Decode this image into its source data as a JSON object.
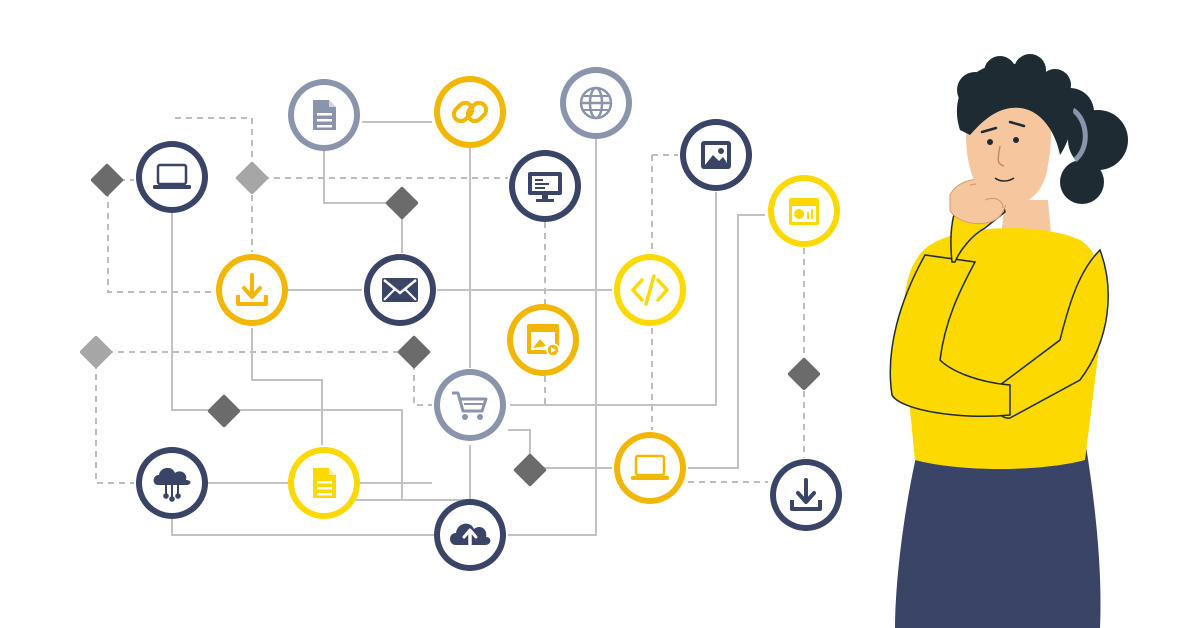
{
  "colors": {
    "navy": "#3a4466",
    "gray_ring": "#8a94ab",
    "gold": "#f2b705",
    "yellow": "#fcd900",
    "line_solid": "#c2c2c2",
    "line_dashed": "#bdbdbd",
    "diamond_dark": "#6b6b6b",
    "diamond_light": "#a6a6a6",
    "skin": "#f6c79f",
    "hair": "#1f2b32",
    "sweater": "#fcd900",
    "skirt": "#3a4466"
  },
  "nodes": [
    {
      "id": "laptop-1",
      "icon": "laptop-icon",
      "ring": "navy"
    },
    {
      "id": "document-1",
      "icon": "document-icon",
      "ring": "gray_ring"
    },
    {
      "id": "link",
      "icon": "link-icon",
      "ring": "gold"
    },
    {
      "id": "globe",
      "icon": "globe-icon",
      "ring": "gray_ring"
    },
    {
      "id": "monitor",
      "icon": "monitor-code-icon",
      "ring": "navy"
    },
    {
      "id": "image",
      "icon": "image-icon",
      "ring": "navy"
    },
    {
      "id": "calendar",
      "icon": "calendar-chart-icon",
      "ring": "yellow"
    },
    {
      "id": "download-1",
      "icon": "download-icon",
      "ring": "gold"
    },
    {
      "id": "mail",
      "icon": "envelope-icon",
      "ring": "navy"
    },
    {
      "id": "code",
      "icon": "code-icon",
      "ring": "yellow"
    },
    {
      "id": "video-page",
      "icon": "video-page-icon",
      "ring": "gold"
    },
    {
      "id": "cart",
      "icon": "shopping-cart-icon",
      "ring": "gray_ring"
    },
    {
      "id": "cloud-network",
      "icon": "cloud-network-icon",
      "ring": "navy"
    },
    {
      "id": "document-2",
      "icon": "document-icon",
      "ring": "yellow"
    },
    {
      "id": "cloud-upload",
      "icon": "cloud-upload-icon",
      "ring": "navy"
    },
    {
      "id": "laptop-2",
      "icon": "laptop-icon",
      "ring": "gold"
    },
    {
      "id": "download-2",
      "icon": "download-icon",
      "ring": "navy"
    }
  ],
  "diamonds": [
    {
      "id": "d1",
      "shade": "diamond_dark"
    },
    {
      "id": "d2",
      "shade": "diamond_light"
    },
    {
      "id": "d3",
      "shade": "diamond_dark"
    },
    {
      "id": "d4",
      "shade": "diamond_light"
    },
    {
      "id": "d5",
      "shade": "diamond_dark"
    },
    {
      "id": "d6",
      "shade": "diamond_dark"
    },
    {
      "id": "d7",
      "shade": "diamond_dark"
    },
    {
      "id": "d8",
      "shade": "diamond_dark"
    }
  ],
  "figure": {
    "icon": "thinking-woman-illustration"
  }
}
